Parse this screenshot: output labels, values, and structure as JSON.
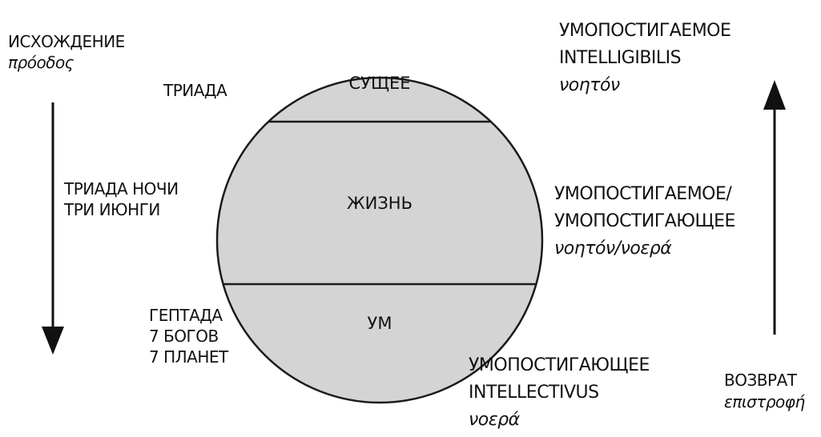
{
  "left": {
    "procession_label": "ИСХОЖДЕНИЕ",
    "procession_greek": "πρόοδος",
    "triad": "ТРИАДА",
    "night_triad_line1": "ТРИАДА НОЧИ",
    "night_triad_line2": "ТРИ ИЮНГИ",
    "heptad_line1": "ГЕПТАДА",
    "heptad_line2": "7 БОГОВ",
    "heptad_line3": "7 ПЛАНЕТ"
  },
  "circle": {
    "top": "СУЩЕЕ",
    "middle": "ЖИЗНЬ",
    "bottom": "УМ",
    "fill_color": "#d4d4d4",
    "stroke_color": "#1a1a1a"
  },
  "right": {
    "intelligible_ru": "УМОПОСТИГАЕМОЕ",
    "intelligible_la": "INTELLIGIBILIS",
    "intelligible_gr": "νοητόν",
    "mid_line1": "УМОПОСТИГАЕМОЕ/",
    "mid_line2": "УМОПОСТИГАЮЩЕЕ",
    "mid_greek": "νοητόν/νοερά",
    "intellective_ru": "УМОПОСТИГАЮЩЕЕ",
    "intellective_la": "INTELLECTIVUS",
    "intellective_gr": "νοερά",
    "return_label": "ВОЗВРАТ",
    "return_greek": "επιστροφή"
  },
  "arrows": {
    "left": "arrow-down-icon",
    "right": "arrow-up-icon"
  }
}
